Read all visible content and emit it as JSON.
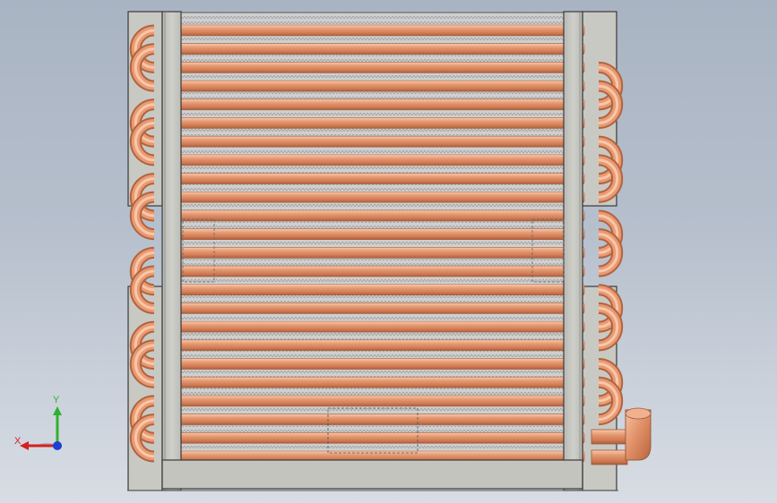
{
  "viewport": {
    "background_top": "#a9b4c3",
    "background_bottom": "#d8dde4"
  },
  "model": {
    "description_icon": "heat-exchanger-coil",
    "tube_count": 24,
    "colors": {
      "frame": "#c6c6c1",
      "frame_edge": "#4a4a4a",
      "copper": "#e0936c",
      "copper_light": "#f7c2a2",
      "copper_dark": "#b86a47",
      "fin": "#f2f2f2"
    }
  },
  "triad": {
    "x_label": "X",
    "y_label": "Y",
    "x_color": "#d42020",
    "y_color": "#2fb12f",
    "z_color": "#1c3fd6"
  }
}
